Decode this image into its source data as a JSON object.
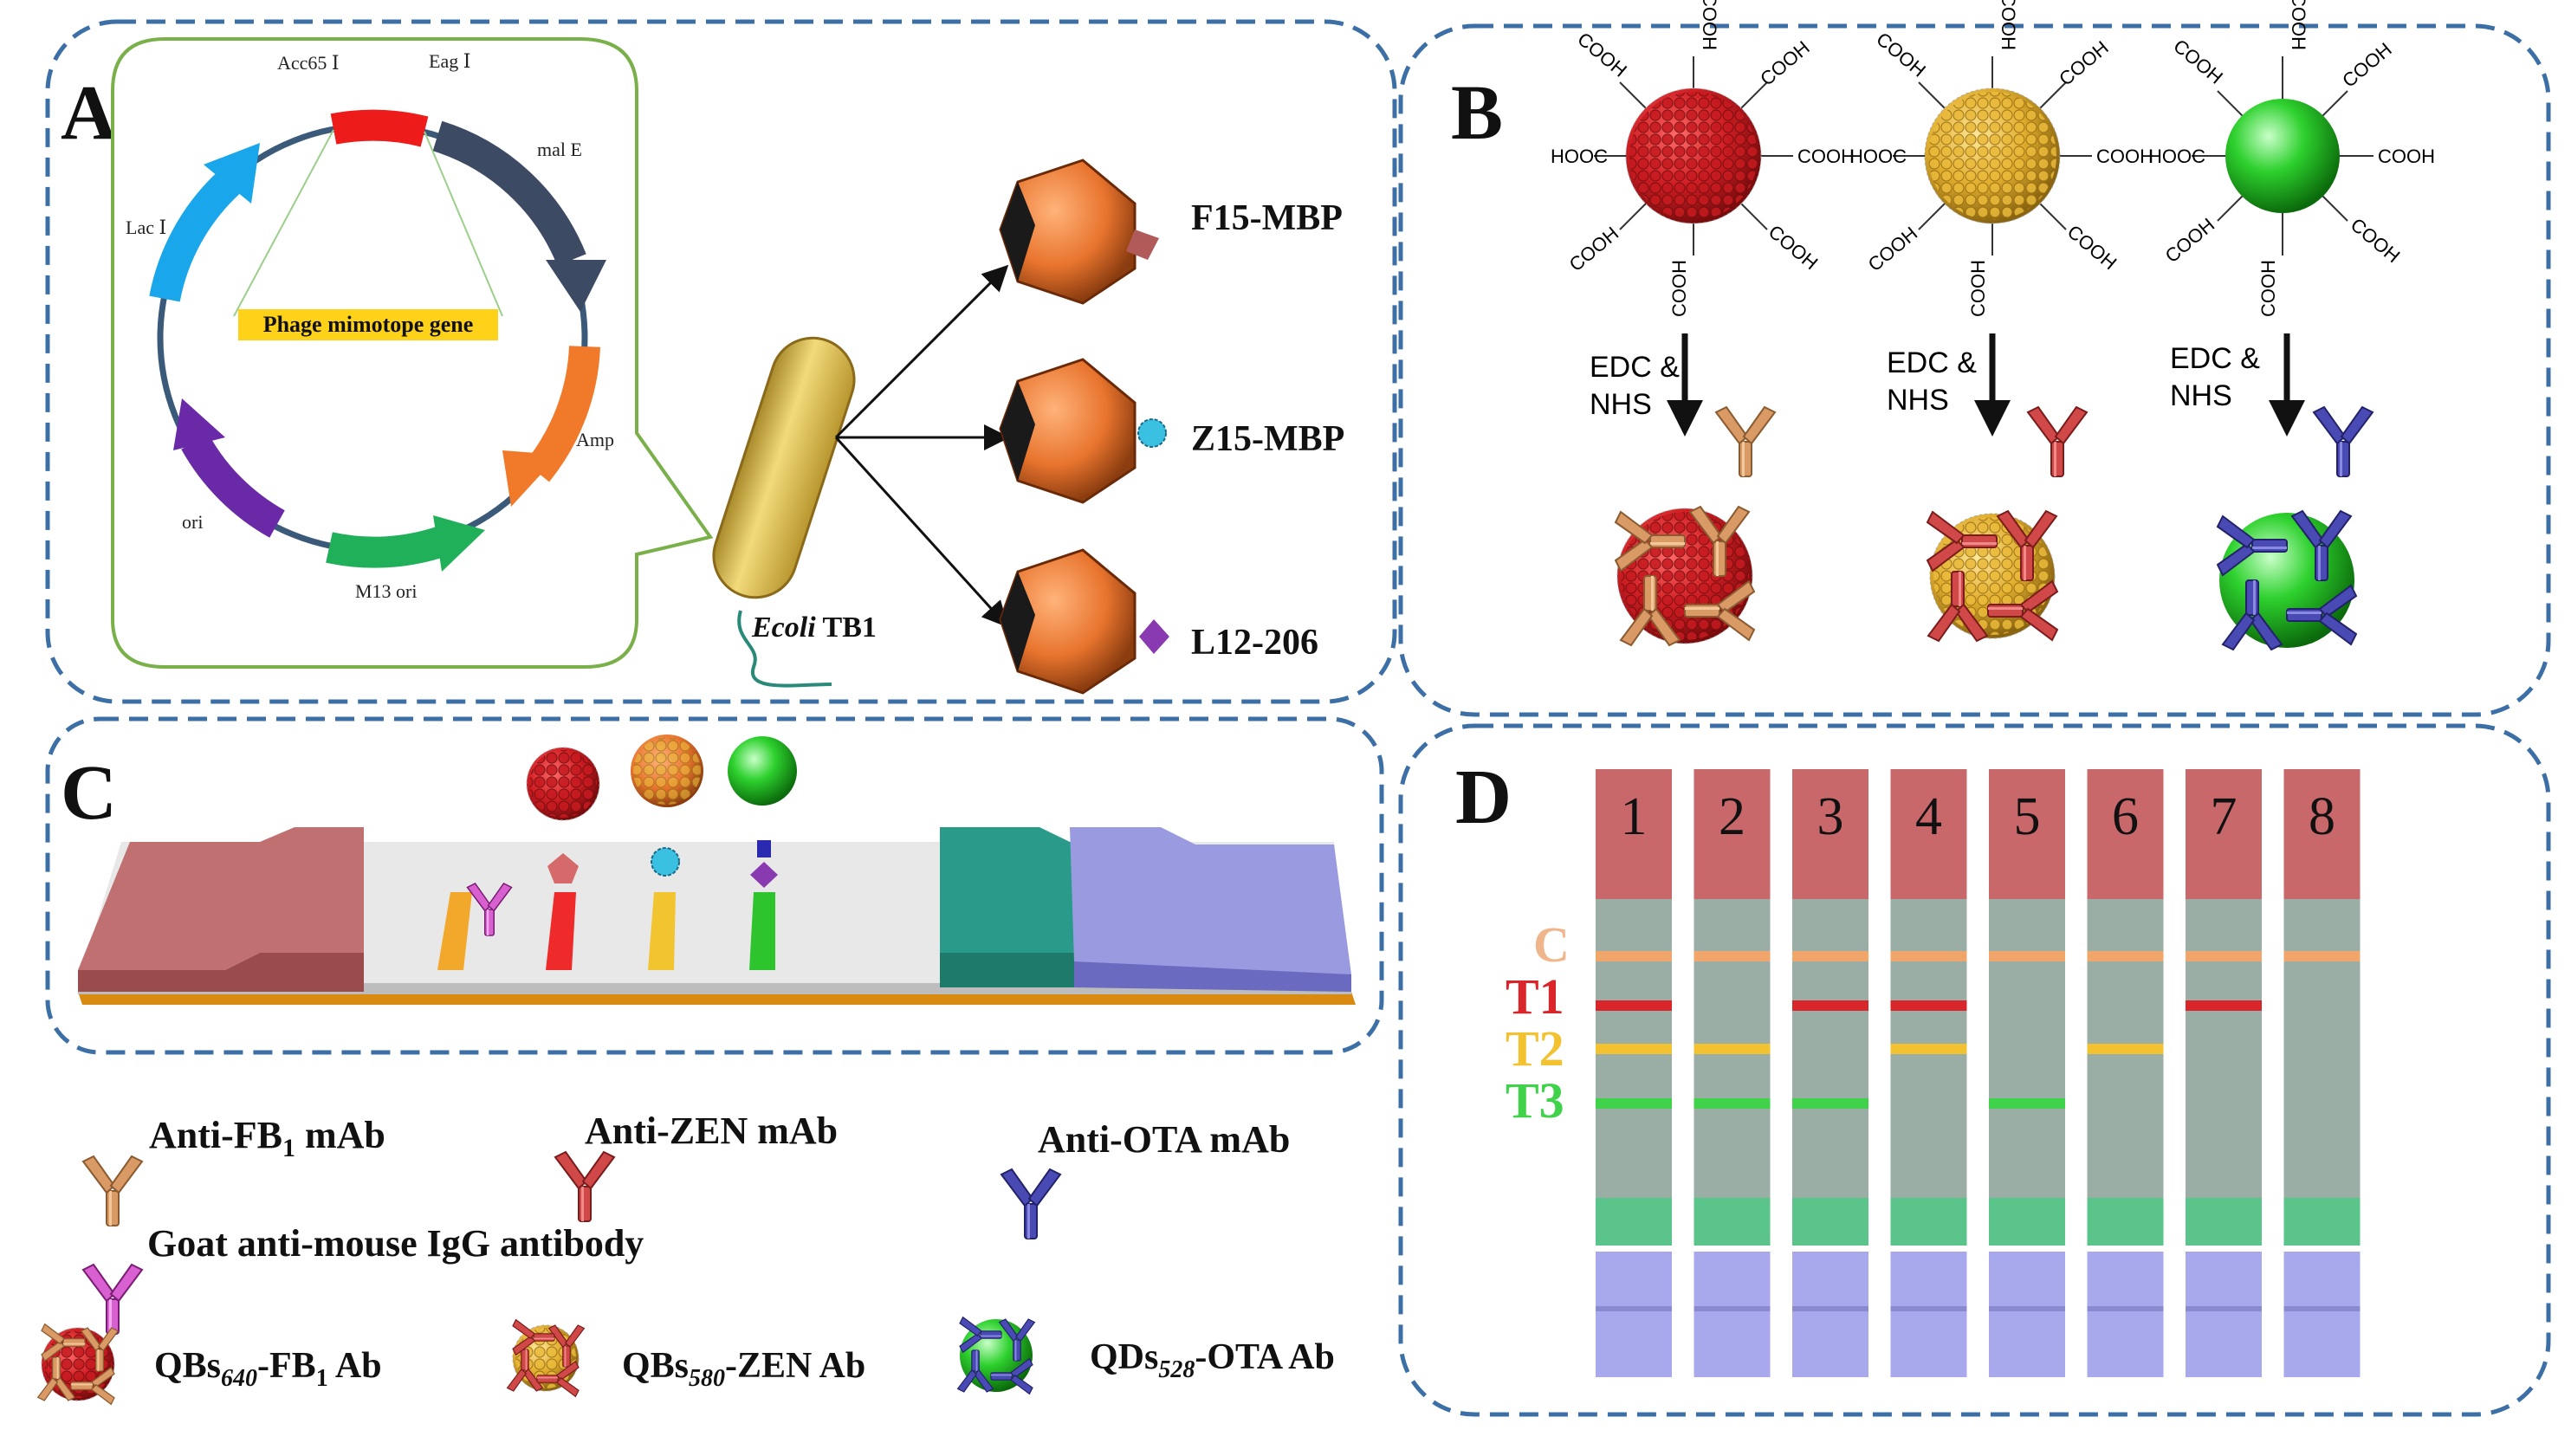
{
  "panels": {
    "a": {
      "letter": "A",
      "plasmid_sites": [
        "Acc65 Ⅰ",
        "Eag Ⅰ"
      ],
      "plasmid_genes": [
        "mal E",
        "Amp",
        "M13 ori",
        "ori",
        "Lac Ⅰ"
      ],
      "insert_label": "Phage mimotope gene",
      "host_italic": "Ecoli",
      "host_rest": " TB1",
      "products": [
        "F15-MBP",
        "Z15-MBP",
        "L12-206"
      ]
    },
    "b": {
      "letter": "B",
      "carboxyl": "COOH",
      "carboxyl_rev": "HOOC",
      "reagents_line1": "EDC &",
      "reagents_line2": "NHS"
    },
    "c": {
      "letter": "C"
    },
    "d": {
      "letter": "D",
      "strip_numbers": [
        "1",
        "2",
        "3",
        "4",
        "5",
        "6",
        "7",
        "8"
      ],
      "line_labels": [
        "C",
        "T1",
        "T2",
        "T3"
      ],
      "line_colors": {
        "C": "#f0a56a",
        "T1": "#d9262a",
        "T2": "#f2c230",
        "T3": "#3fd24a"
      },
      "lines_visible": {
        "C": [
          1,
          1,
          1,
          1,
          1,
          1,
          1,
          1
        ],
        "T1": [
          1,
          0,
          1,
          1,
          0,
          0,
          1,
          0
        ],
        "T2": [
          1,
          1,
          0,
          1,
          0,
          1,
          0,
          0
        ],
        "T3": [
          1,
          1,
          1,
          0,
          1,
          0,
          0,
          0
        ]
      }
    }
  },
  "legend": {
    "anti_fb1": {
      "main": "Anti-FB",
      "sub": "1",
      "tail": " mAb"
    },
    "anti_zen": "Anti-ZEN mAb",
    "anti_ota": "Anti-OTA mAb",
    "goat": "Goat anti-mouse IgG antibody",
    "qb640": {
      "main": "QBs",
      "sub": "640",
      "mid": "-FB",
      "sub2": "1",
      "tail": " Ab"
    },
    "qb580": {
      "main": "QBs",
      "sub": "580",
      "tail": "-ZEN Ab"
    },
    "qd528": {
      "main": "QDs",
      "sub": "528",
      "tail": "-OTA Ab"
    }
  },
  "colors": {
    "red_qb": "#d11f24",
    "gold_qb": "#e0ad2e",
    "green_qd": "#2ed12e",
    "orange_ab": "#c98a55",
    "red_ab": "#c84040",
    "blue_ab": "#4a4ab4",
    "pink_ab": "#cc4cc4",
    "panel_border": "#3c6fa6"
  }
}
